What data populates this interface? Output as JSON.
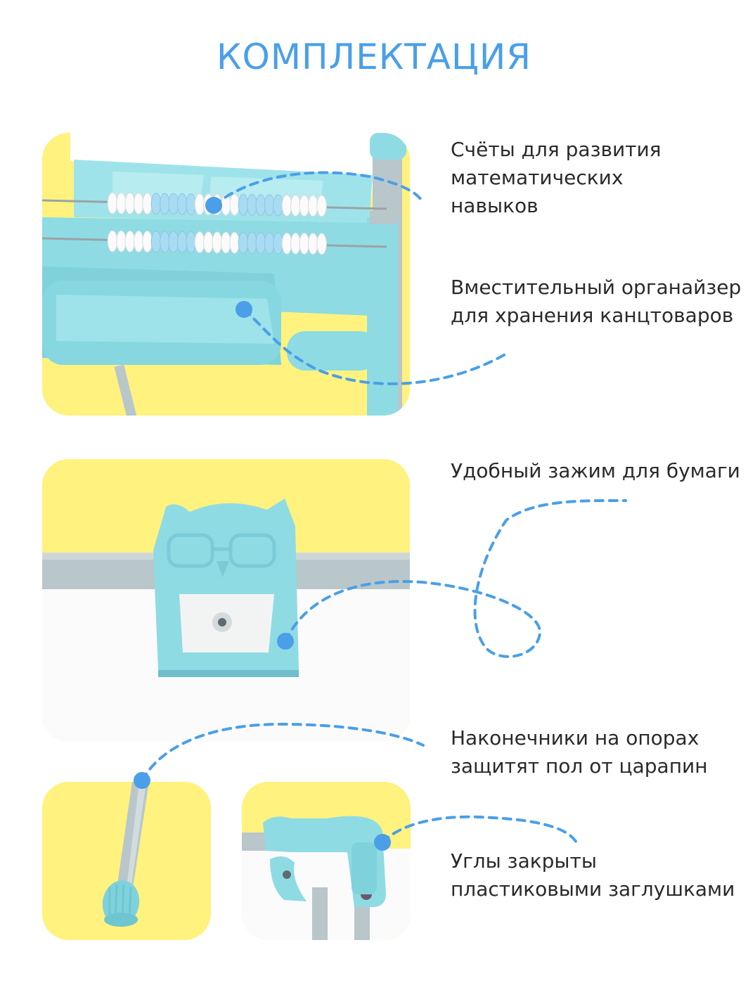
{
  "title": "КОМПЛЕКТАЦИЯ",
  "colors": {
    "accent": "#4a9fe8",
    "panel_bg": "#fff27e",
    "product_turquoise": "#8fdbe4",
    "product_grey": "#b9c6ca",
    "text": "#2a2a2a"
  },
  "features": [
    {
      "lines": [
        "Счёты для развития",
        "математических",
        "навыков"
      ]
    },
    {
      "lines": [
        "Вместительный органайзер",
        "для хранения канцтоваров"
      ]
    },
    {
      "lines": [
        "Удобный зажим для бумаги"
      ]
    },
    {
      "lines": [
        "Наконечники на опорах",
        "защитят пол от царапин"
      ]
    },
    {
      "lines": [
        "Углы закрыты",
        "пластиковыми заглушками"
      ]
    }
  ],
  "images": [
    {
      "subject": "abacus-and-organizer"
    },
    {
      "subject": "owl-paper-clip"
    },
    {
      "subject": "leg-tip-cap"
    },
    {
      "subject": "corner-plug"
    }
  ]
}
